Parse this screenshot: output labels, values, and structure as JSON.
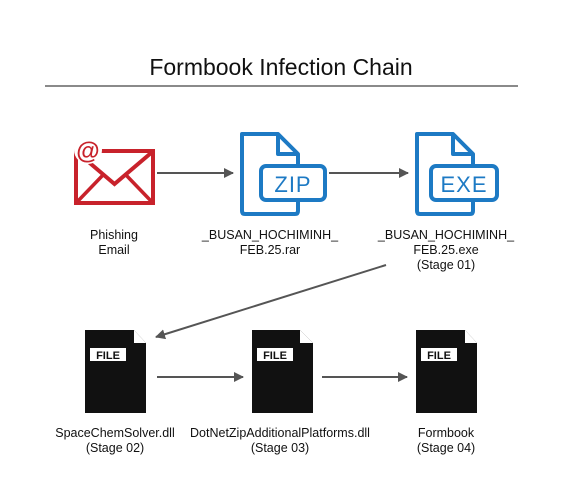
{
  "title": "Formbook Infection Chain",
  "colors": {
    "email_red": "#c8222b",
    "archive_blue": "#1d7ac4",
    "file_black": "#111111",
    "arrow_gray": "#555555",
    "rule_gray": "#8a8a8a"
  },
  "nodes": {
    "email": {
      "icon": "envelope-at-icon",
      "icon_text": "@",
      "lines": [
        "Phishing",
        "Email"
      ]
    },
    "rar": {
      "icon": "zip-file-icon",
      "icon_text": "ZIP",
      "lines": [
        "_BUSAN_HOCHIMINH_",
        "FEB.25.rar"
      ]
    },
    "exe": {
      "icon": "exe-file-icon",
      "icon_text": "EXE",
      "lines": [
        "_BUSAN_HOCHIMINH_",
        "FEB.25.exe",
        "(Stage 01)"
      ]
    },
    "stage2": {
      "icon": "file-icon",
      "icon_text": "FILE",
      "lines": [
        "SpaceChemSolver.dll",
        "(Stage 02)"
      ]
    },
    "stage3": {
      "icon": "file-icon",
      "icon_text": "FILE",
      "lines": [
        "DotNetZipAdditionalPlatforms.dll",
        "(Stage 03)"
      ]
    },
    "stage4": {
      "icon": "file-icon",
      "icon_text": "FILE",
      "lines": [
        "Formbook",
        "(Stage 04)"
      ]
    }
  }
}
